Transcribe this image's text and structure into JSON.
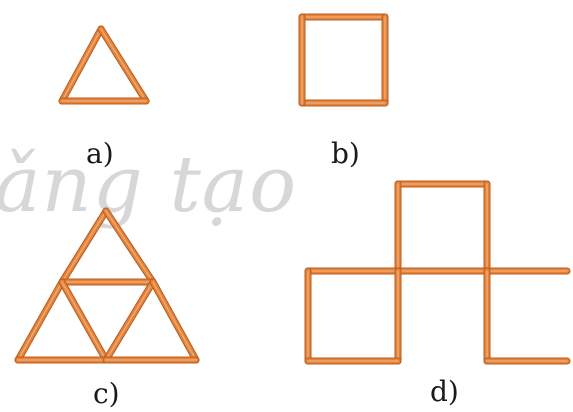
{
  "watermark": {
    "text": "ǎng tạo"
  },
  "labels": {
    "a": "a)",
    "b": "b)",
    "c": "c)",
    "d": "d)"
  },
  "colors": {
    "stick": "#e3833b",
    "stick_dark": "#b85d1f",
    "stick_light": "#f4b07a",
    "label": "#1a1a1a"
  }
}
